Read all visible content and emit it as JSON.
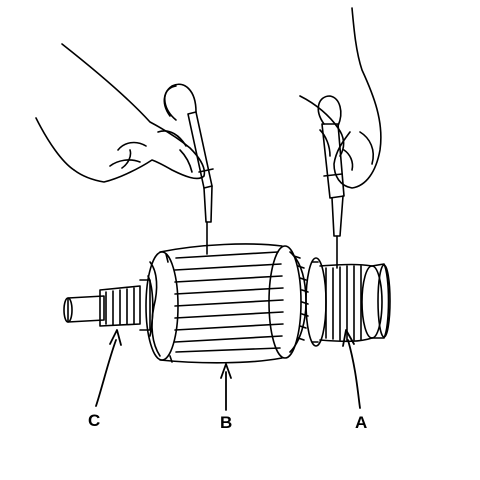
{
  "figure": {
    "callouts": {
      "commutator": "A",
      "armature_core": "B",
      "shaft": "C"
    },
    "parts": [
      "test-probe-left",
      "test-probe-right",
      "armature-core",
      "commutator",
      "shaft",
      "left-hand",
      "right-hand"
    ]
  }
}
